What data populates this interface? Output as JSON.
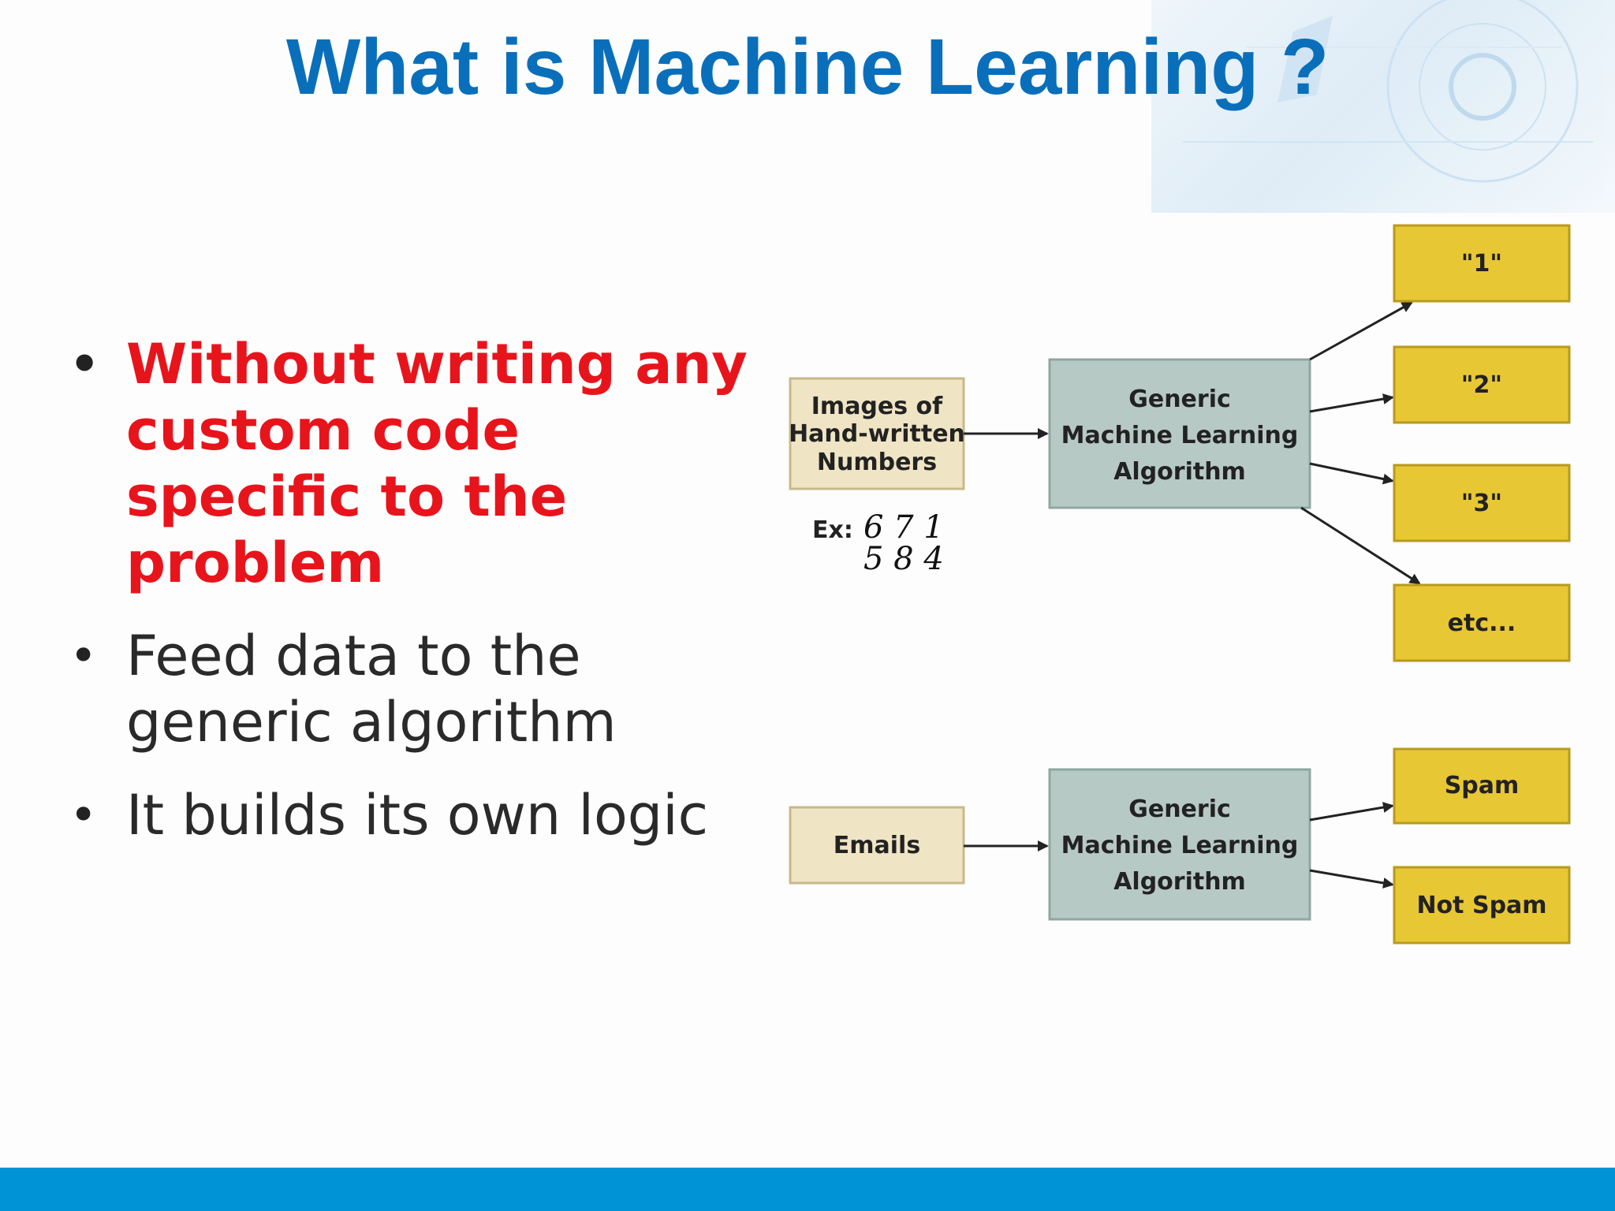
{
  "title": "What is Machine Learning ?",
  "bullets": [
    "Without writing any custom code specific to the problem",
    "Feed data to the generic algorithm",
    "It builds its own logic"
  ],
  "diagram": {
    "top": {
      "input": [
        "Images of",
        "Hand-written",
        "Numbers"
      ],
      "example_label": "Ex:",
      "example_digits": [
        "6 7 1",
        "5 8 4"
      ],
      "algorithm": [
        "Generic",
        "Machine Learning",
        "Algorithm"
      ],
      "outputs": [
        "\"1\"",
        "\"2\"",
        "\"3\"",
        "etc..."
      ]
    },
    "bottom": {
      "input": [
        "Emails"
      ],
      "algorithm": [
        "Generic",
        "Machine Learning",
        "Algorithm"
      ],
      "outputs": [
        "Spam",
        "Not Spam"
      ]
    }
  },
  "colors": {
    "title": "#0a6fba",
    "highlight": "#e8141c",
    "input_box": "#efe4c4",
    "algorithm_box": "#b7c9c5",
    "output_box": "#e8c735",
    "footer": "#0093d6"
  }
}
